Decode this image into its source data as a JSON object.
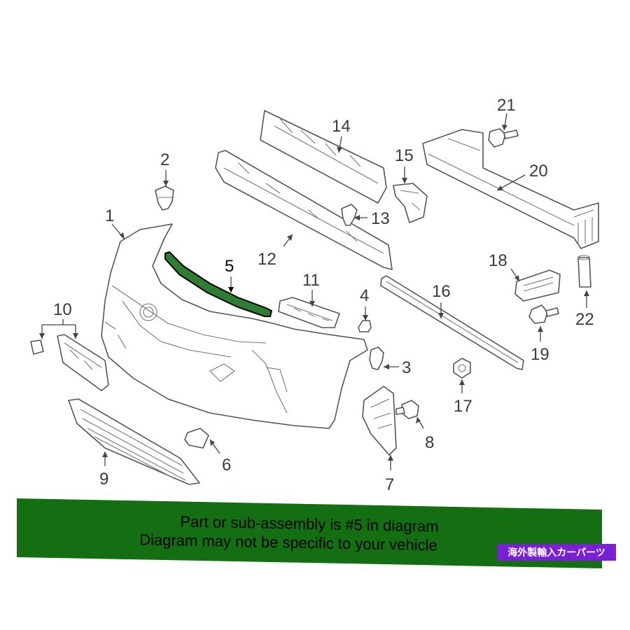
{
  "diagram": {
    "callouts": [
      {
        "id": "1",
        "label": "1"
      },
      {
        "id": "2",
        "label": "2"
      },
      {
        "id": "3",
        "label": "3"
      },
      {
        "id": "4",
        "label": "4"
      },
      {
        "id": "5",
        "label": "5"
      },
      {
        "id": "6",
        "label": "6"
      },
      {
        "id": "7",
        "label": "7"
      },
      {
        "id": "8",
        "label": "8"
      },
      {
        "id": "9",
        "label": "9"
      },
      {
        "id": "10",
        "label": "10"
      },
      {
        "id": "11",
        "label": "11"
      },
      {
        "id": "12",
        "label": "12"
      },
      {
        "id": "13",
        "label": "13"
      },
      {
        "id": "14",
        "label": "14"
      },
      {
        "id": "15",
        "label": "15"
      },
      {
        "id": "16",
        "label": "16"
      },
      {
        "id": "17",
        "label": "17"
      },
      {
        "id": "18",
        "label": "18"
      },
      {
        "id": "19",
        "label": "19"
      },
      {
        "id": "20",
        "label": "20"
      },
      {
        "id": "21",
        "label": "21"
      },
      {
        "id": "22",
        "label": "22"
      }
    ],
    "highlighted_part": "5",
    "highlight_color": "#2e7d32"
  },
  "banner": {
    "line1": "Part or sub-assembly is #5 in diagram",
    "line2": "Diagram may not be specific to your vehicle",
    "background": "#136f12"
  },
  "badge": {
    "text": "海外製輸入カーパーツ",
    "background": "#7a1fd6"
  }
}
